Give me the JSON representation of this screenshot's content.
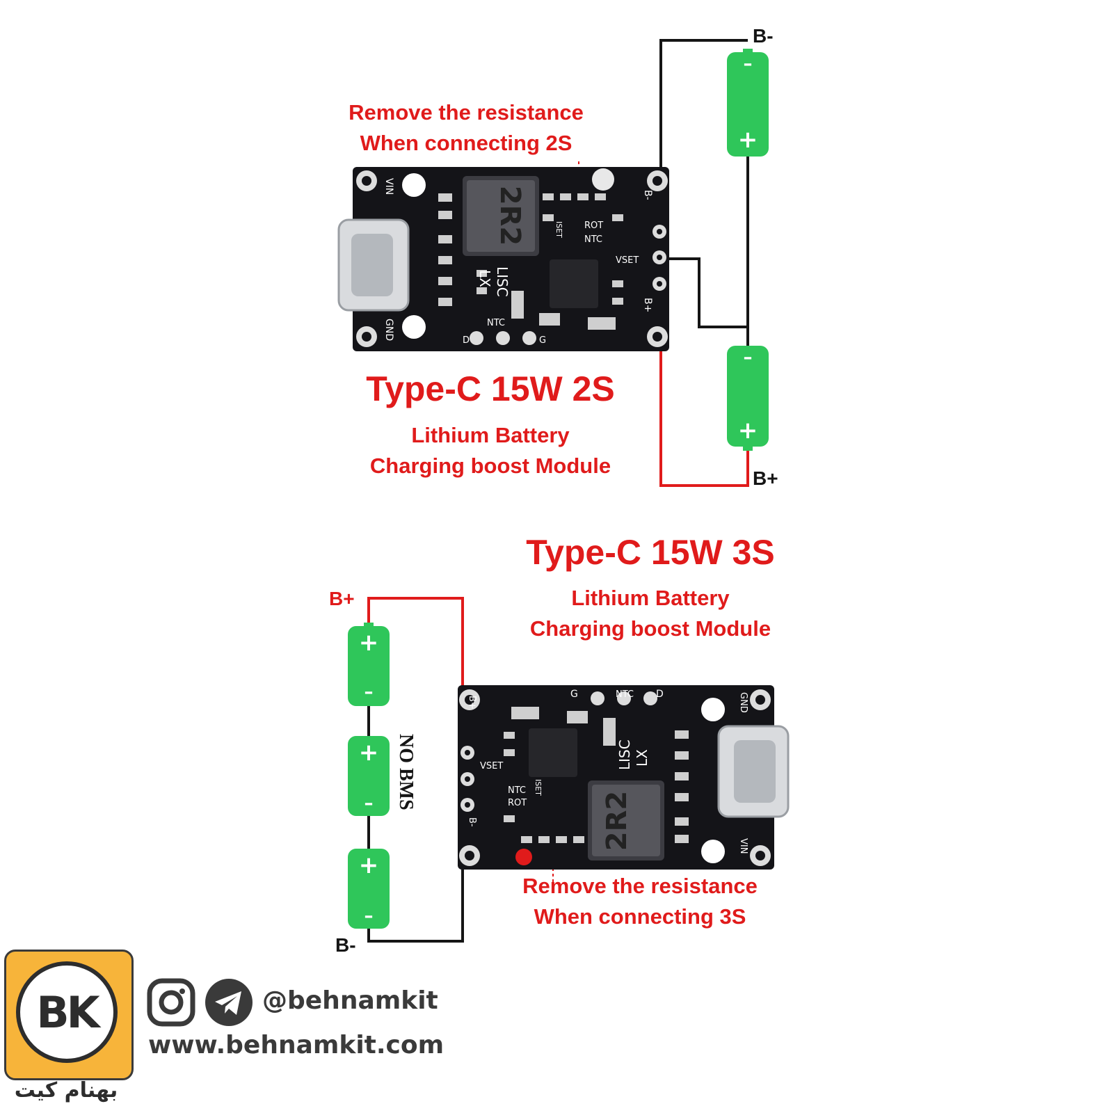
{
  "top": {
    "note_line1": "Remove the resistance",
    "note_line2": "When connecting 2S",
    "title": "Type-C 15W 2S",
    "sub_line1": "Lithium Battery",
    "sub_line2": "Charging boost Module",
    "label_bminus": "B-",
    "label_bplus": "B+"
  },
  "bottom": {
    "title": "Type-C 15W 3S",
    "sub_line1": "Lithium Battery",
    "sub_line2": "Charging boost Module",
    "note_line1": "Remove the resistance",
    "note_line2": "When connecting 3S",
    "label_bplus": "B+",
    "label_bminus": "B-",
    "no_bms": "NO BMS"
  },
  "board": {
    "inductor": "2R2",
    "chip_text_1": "LX",
    "chip_text_2": "LISC",
    "pin_vin": "VIN",
    "pin_gnd": "GND",
    "pin_bminus": "B-",
    "pin_bplus": "B+",
    "pin_ntc": "NTC",
    "pin_rot": "ROT",
    "pin_iset": "ISET",
    "pin_vset": "VSET",
    "pin_d": "D",
    "pin_g": "G"
  },
  "footer": {
    "handle": "@behnamkit",
    "website": "www.behnamkit.com",
    "brand_fa": "بهنام کیت",
    "logo_text": "BK"
  },
  "colors": {
    "battery_green": "#2fc65a",
    "wire_red": "#e01b1b",
    "wire_black": "#151515",
    "board_black": "#141418",
    "logo_orange": "#f7b43a"
  }
}
